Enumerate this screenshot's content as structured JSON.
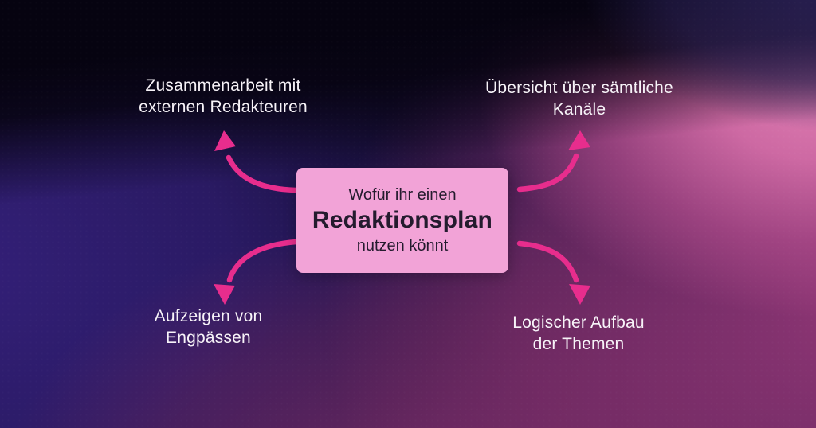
{
  "theme": {
    "accent_pink": "#e72d8d",
    "box_fill": "#f2a3d7",
    "box_text_color": "#241b2e",
    "label_text_color": "#f7f3f8",
    "bg_dark": "#0a0614",
    "bg_indigo": "#34207a",
    "bg_magenta": "#9c3a7c",
    "bg_bright_pink": "#d673aa"
  },
  "center_box": {
    "line1": "Wofür ihr einen",
    "title": "Redaktionsplan",
    "line3": "nutzen könnt"
  },
  "labels": {
    "top_left": "Zusammenarbeit mit\nexternen Redakteuren",
    "top_right": "Übersicht über sämtliche\nKanäle",
    "bottom_left": "Aufzeigen von\nEngpässen",
    "bottom_right": "Logischer Aufbau\nder Themen"
  }
}
